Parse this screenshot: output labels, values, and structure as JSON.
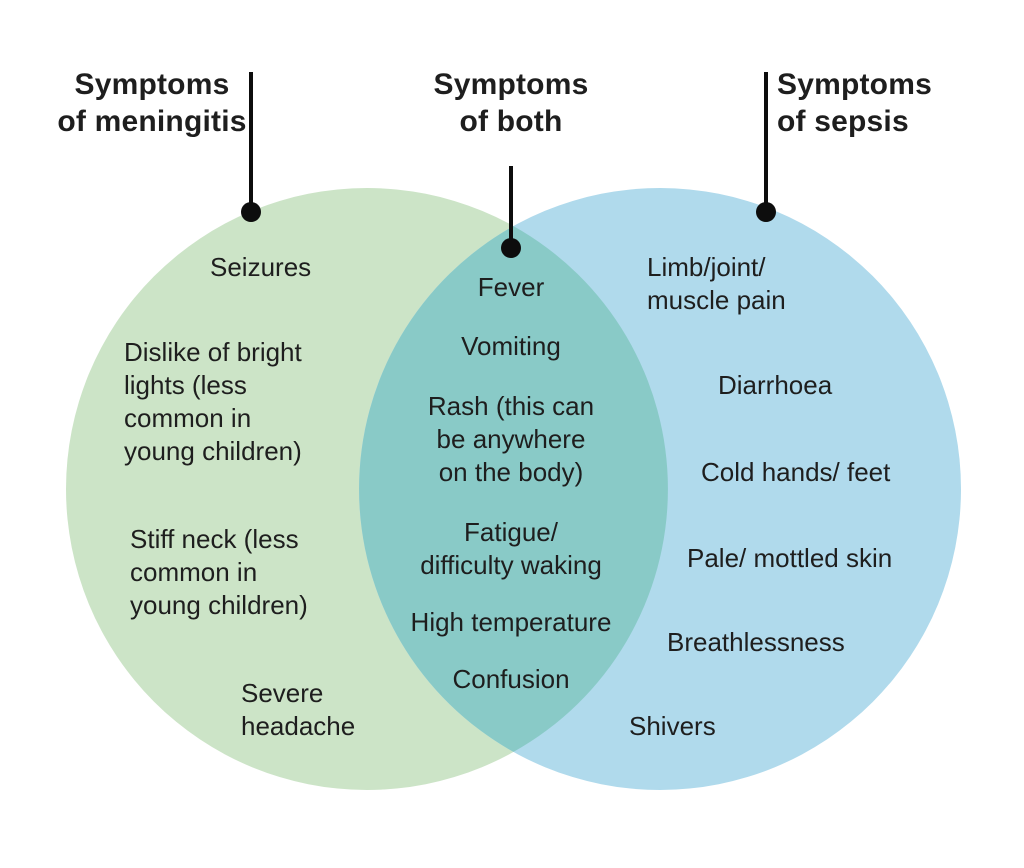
{
  "diagram": {
    "type": "venn",
    "headers": {
      "meningitis": "Symptoms\nof meningitis",
      "both": "Symptoms\nof both",
      "sepsis": "Symptoms\nof sepsis"
    },
    "meningitis_items": [
      "Seizures",
      "Dislike of bright\nlights (less\ncommon in\nyoung children)",
      "Stiff neck (less\ncommon in\nyoung children)",
      "Severe\nheadache"
    ],
    "both_items": [
      "Fever",
      "Vomiting",
      "Rash (this can\nbe anywhere\non the body)",
      "Fatigue/\ndifficulty waking",
      "High temperature",
      "Confusion"
    ],
    "sepsis_items": [
      "Limb/joint/\nmuscle pain",
      "Diarrhoea",
      "Cold hands/ feet",
      "Pale/ mottled skin",
      "Breathlessness",
      "Shivers"
    ],
    "colors": {
      "meningitis_circle": "#cce4c7",
      "sepsis_circle": "#b0daec",
      "overlap": "#89cac7",
      "text": "#1e1e1e",
      "pointer": "#0d0d0d",
      "background": "#ffffff"
    }
  }
}
